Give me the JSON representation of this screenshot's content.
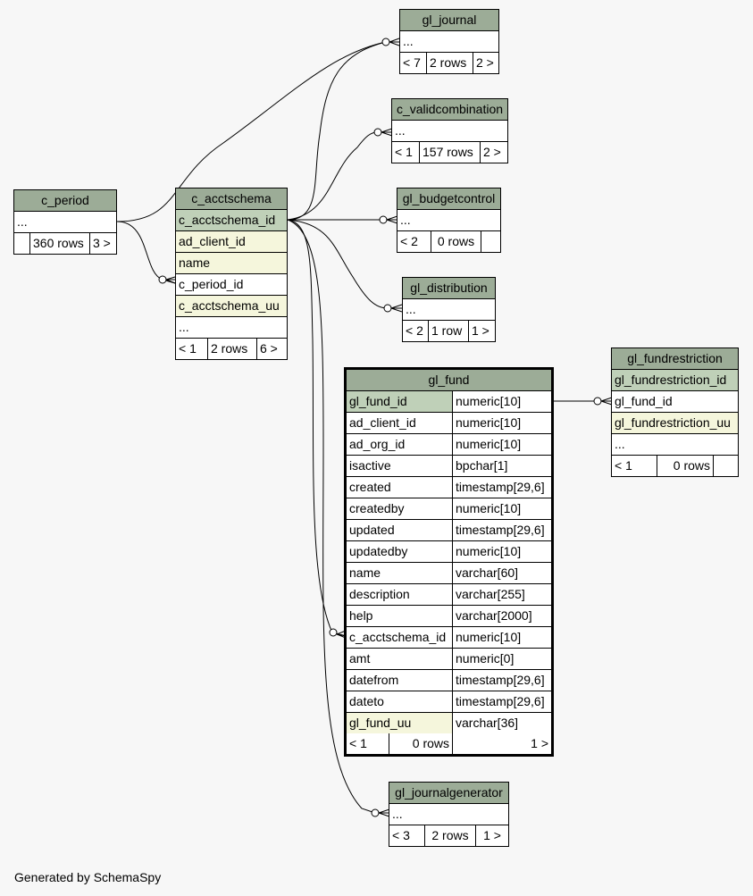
{
  "footer": "Generated by SchemaSpy",
  "tables": {
    "gl_journal": {
      "name": "gl_journal",
      "more": "...",
      "footer": [
        "< 7",
        "2 rows",
        "2 >"
      ]
    },
    "c_validcombination": {
      "name": "c_validcombination",
      "more": "...",
      "footer": [
        "< 1",
        "157 rows",
        "2 >"
      ]
    },
    "gl_budgetcontrol": {
      "name": "gl_budgetcontrol",
      "more": "...",
      "footer": [
        "< 2",
        "0 rows",
        ""
      ]
    },
    "gl_distribution": {
      "name": "gl_distribution",
      "more": "...",
      "footer": [
        "< 2",
        "1 row",
        "1 >"
      ]
    },
    "c_period": {
      "name": "c_period",
      "more": "...",
      "footer": [
        "",
        "360 rows",
        "3 >"
      ]
    },
    "c_acctschema": {
      "name": "c_acctschema",
      "columns": [
        "c_acctschema_id",
        "ad_client_id",
        "name",
        "c_period_id",
        "c_acctschema_uu"
      ],
      "more": "...",
      "footer": [
        "< 1",
        "2 rows",
        "6 >"
      ]
    },
    "gl_fundrestriction": {
      "name": "gl_fundrestriction",
      "columns": [
        "gl_fundrestriction_id",
        "gl_fund_id",
        "gl_fundrestriction_uu"
      ],
      "more": "...",
      "footer": [
        "< 1",
        "0 rows",
        ""
      ]
    },
    "gl_fund": {
      "name": "gl_fund",
      "columns": [
        {
          "name": "gl_fund_id",
          "type": "numeric[10]"
        },
        {
          "name": "ad_client_id",
          "type": "numeric[10]"
        },
        {
          "name": "ad_org_id",
          "type": "numeric[10]"
        },
        {
          "name": "isactive",
          "type": "bpchar[1]"
        },
        {
          "name": "created",
          "type": "timestamp[29,6]"
        },
        {
          "name": "createdby",
          "type": "numeric[10]"
        },
        {
          "name": "updated",
          "type": "timestamp[29,6]"
        },
        {
          "name": "updatedby",
          "type": "numeric[10]"
        },
        {
          "name": "name",
          "type": "varchar[60]"
        },
        {
          "name": "description",
          "type": "varchar[255]"
        },
        {
          "name": "help",
          "type": "varchar[2000]"
        },
        {
          "name": "c_acctschema_id",
          "type": "numeric[10]"
        },
        {
          "name": "amt",
          "type": "numeric[0]"
        },
        {
          "name": "datefrom",
          "type": "timestamp[29,6]"
        },
        {
          "name": "dateto",
          "type": "timestamp[29,6]"
        },
        {
          "name": "gl_fund_uu",
          "type": "varchar[36]"
        }
      ],
      "footer": [
        "< 1",
        "0 rows",
        "1 >"
      ]
    },
    "gl_journalgenerator": {
      "name": "gl_journalgenerator",
      "more": "...",
      "footer": [
        "< 3",
        "2 rows",
        "1 >"
      ]
    }
  }
}
